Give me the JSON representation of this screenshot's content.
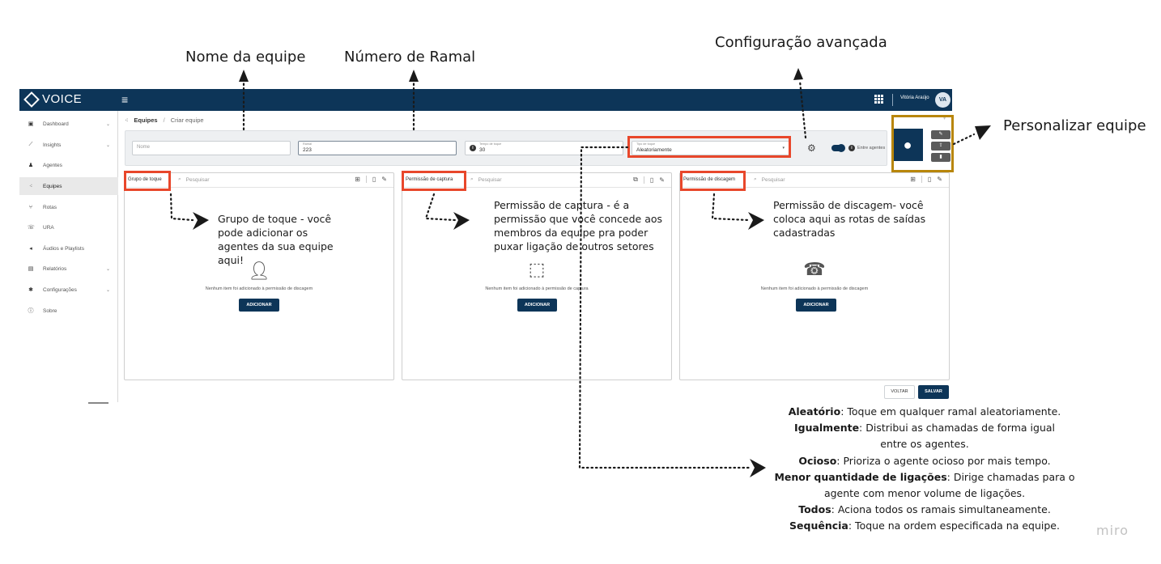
{
  "annotations": {
    "nome_equipe": "Nome da equipe",
    "numero_ramal": "Número de Ramal",
    "config_avancada": "Configuração avançada",
    "personalizar": "Personalizar equipe",
    "grupo_note": "Grupo de toque - você pode adicionar os agentes da sua equipe aqui!",
    "captura_note": "Permissão de captura - é a permissão que você concede aos membros da equipe pra poder puxar ligação de outros setores",
    "discagem_note": "Permissão de discagem- você coloca aqui as rotas de saídas cadastradas"
  },
  "app": {
    "brand": "VOICE",
    "menu_icon": "hamburger-icon",
    "user_name": "Vitória Araújo",
    "user_initials": "VA"
  },
  "sidebar": {
    "items": [
      {
        "label": "Dashboard",
        "icon": "dashboard-icon",
        "chevron": true
      },
      {
        "label": "Insights",
        "icon": "insights-icon",
        "chevron": true
      },
      {
        "label": "Agentes",
        "icon": "agent-icon",
        "chevron": false
      },
      {
        "label": "Equipes",
        "icon": "team-icon",
        "chevron": false,
        "active": true
      },
      {
        "label": "Rotas",
        "icon": "route-icon",
        "chevron": false
      },
      {
        "label": "URA",
        "icon": "ura-icon",
        "chevron": false
      },
      {
        "label": "Áudios e Playlists",
        "icon": "audio-icon",
        "chevron": false
      },
      {
        "label": "Relatórios",
        "icon": "report-icon",
        "chevron": true
      },
      {
        "label": "Configurações",
        "icon": "gear-icon",
        "chevron": true
      },
      {
        "label": "Sobre",
        "icon": "info-icon",
        "chevron": false
      }
    ]
  },
  "breadcrumb": {
    "title": "Equipes",
    "separator": "/",
    "current": "Criar equipe"
  },
  "form": {
    "nome_placeholder": "Nome",
    "ramal_label": "Ramal",
    "ramal_value": "223",
    "tempo_label": "Tempo de toque",
    "tempo_value": "30",
    "tipo_label": "Tipo de toque",
    "tipo_value": "Aleatoriamente",
    "entre_agentes": "Entre agentes"
  },
  "panels": {
    "grupo": {
      "title": "Grupo de toque",
      "search": "Pesquisar",
      "empty": "Nenhum item foi adicionado à permissão de discagem",
      "button": "ADICIONAR"
    },
    "captura": {
      "title": "Permissão de captura",
      "search": "Pesquisar",
      "empty": "Nenhum item foi adicionado à permissão de captura",
      "button": "ADICIONAR"
    },
    "discagem": {
      "title": "Permissão de discagem",
      "search": "Pesquisar",
      "empty": "Nenhum item foi adicionado à permissão de discagem",
      "button": "ADICIONAR"
    }
  },
  "actions": {
    "voltar": "VOLTAR",
    "salvar": "SALVAR"
  },
  "legend": [
    {
      "term": "Aleatório",
      "text": ": Toque em qualquer ramal aleatoriamente."
    },
    {
      "term": "Igualmente",
      "text": ": Distribui as chamadas de forma igual entre os agentes."
    },
    {
      "term": "Ocioso",
      "text": ": Prioriza o agente ocioso por mais tempo."
    },
    {
      "term": "Menor quantidade de ligações",
      "text": ": Dirige chamadas para o agente com menor volume de ligações."
    },
    {
      "term": "Todos",
      "text": ": Aciona todos os ramais simultaneamente."
    },
    {
      "term": "Sequência",
      "text": ": Toque na ordem especificada na equipe."
    }
  ],
  "watermark": "miro",
  "colors": {
    "navy": "#0d3558",
    "highlight_red": "#e8472b",
    "highlight_gold": "#b8860b"
  }
}
